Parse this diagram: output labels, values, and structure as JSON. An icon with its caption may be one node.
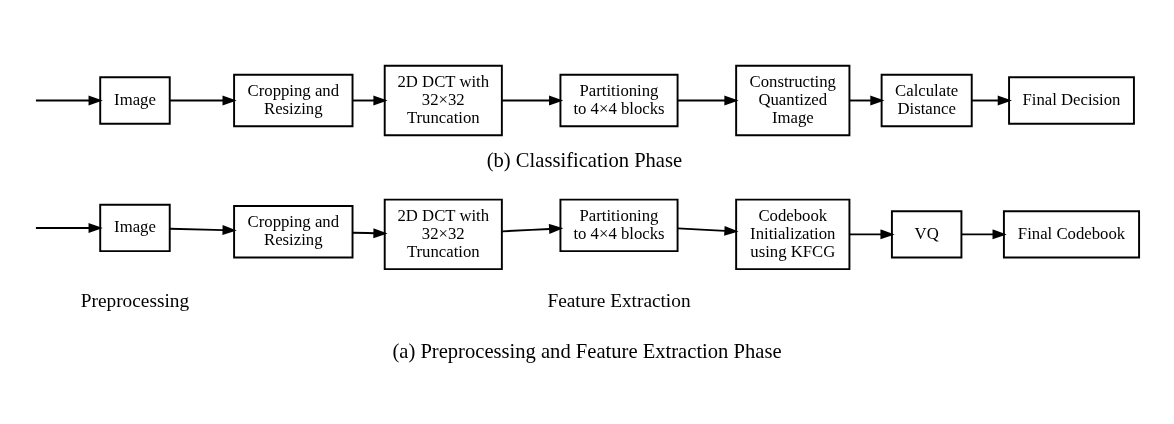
{
  "diagram": {
    "nodes": [
      {
        "text": [
          "Image"
        ]
      },
      {
        "text": [
          "Cropping and Resizing"
        ]
      },
      {
        "text": [
          "2D DCT with 32×32 Truncation"
        ]
      },
      {
        "text": [
          "Partitioning to 4×4 blocks"
        ]
      },
      {
        "text": [
          "Codebook Initialization using KFCG"
        ]
      },
      {
        "text": [
          "VQ"
        ]
      },
      {
        "text": [
          "Final Codebook"
        ]
      },
      {
        "text": [
          "Image"
        ]
      },
      {
        "text": [
          "Cropping and Resizing"
        ]
      },
      {
        "text": [
          "2D DCT with 32×32 Truncation"
        ]
      },
      {
        "text": [
          "Partitioning to 4×4 blocks"
        ]
      },
      {
        "text": [
          "Constructing Quantized Image"
        ]
      },
      {
        "text": [
          "Calculate Distance"
        ]
      },
      {
        "text": [
          "Final Decision"
        ]
      }
    ],
    "edges": [
      {
        "from": null,
        "to": 0,
        "arrow": "to"
      },
      {
        "from": 0,
        "to": 1,
        "arrow": "to"
      },
      {
        "from": 1,
        "to": 2,
        "arrow": "to"
      },
      {
        "from": 2,
        "to": 3,
        "arrow": "to"
      },
      {
        "from": 3,
        "to": 4,
        "arrow": "to"
      },
      {
        "from": 4,
        "to": 5,
        "arrow": "to"
      },
      {
        "from": 5,
        "to": 6,
        "arrow": "to"
      },
      {
        "from": null,
        "to": 7,
        "arrow": "to"
      },
      {
        "from": 7,
        "to": 8,
        "arrow": "to"
      },
      {
        "from": 8,
        "to": 9,
        "arrow": "to"
      },
      {
        "from": 9,
        "to": 10,
        "arrow": "to"
      },
      {
        "from": 10,
        "to": 11,
        "arrow": "to"
      },
      {
        "from": 11,
        "to": 12,
        "arrow": "to"
      },
      {
        "from": 12,
        "to": 13,
        "arrow": "to"
      }
    ],
    "labels": [
      "Preprocessing",
      "Feature Extraction",
      "(a) Preprocessing and Feature Extraction Phase",
      "(b) Classification Phase"
    ]
  }
}
